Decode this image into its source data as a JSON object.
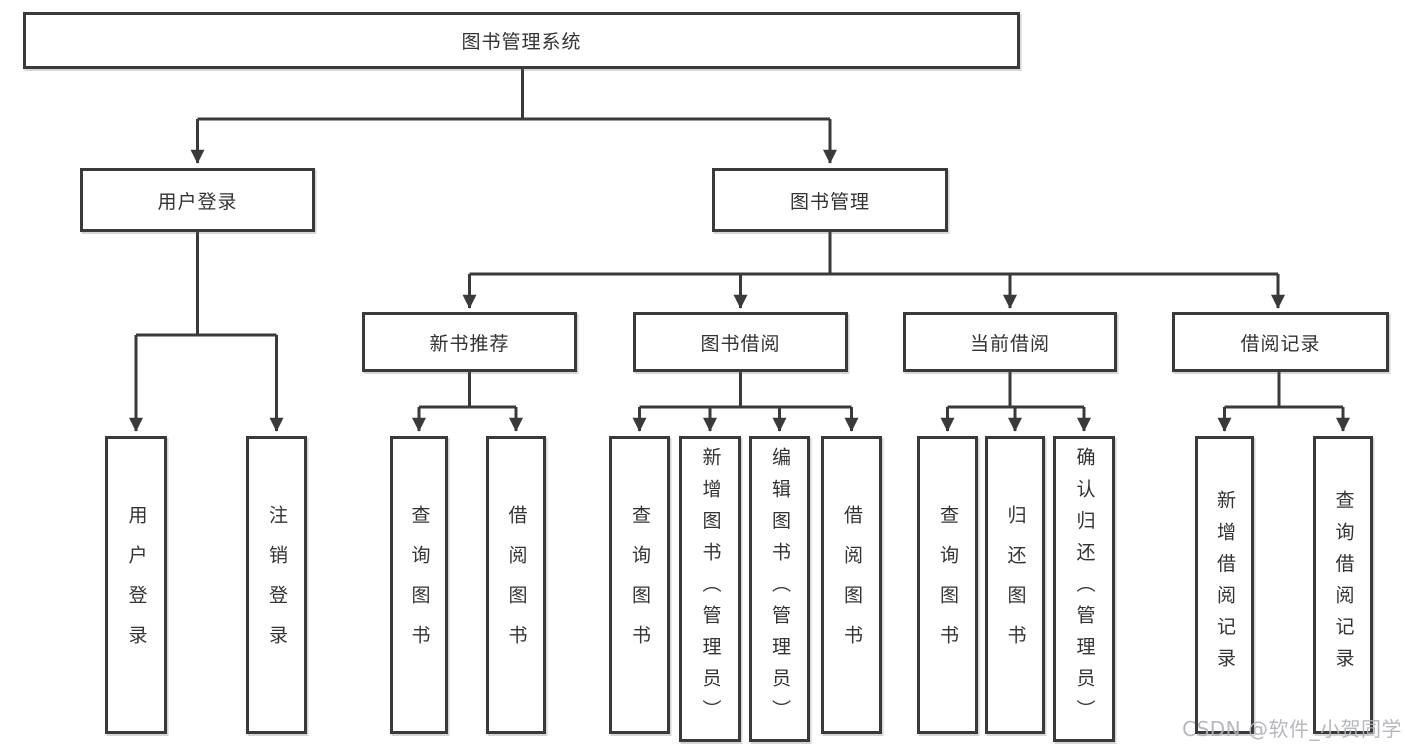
{
  "diagram": {
    "title": "图书管理系统",
    "watermark": "CSDN @软件_小贺同学",
    "colors": {
      "background": "#ffffff",
      "box_border": "#3a3a3a",
      "connector_line": "#3a3a3a",
      "text": "#333333",
      "watermark": "#b0b3b8"
    },
    "tree": {
      "label": "图书管理系统",
      "children": [
        {
          "label": "用户登录",
          "children": [
            {
              "label": "用户登录"
            },
            {
              "label": "注销登录"
            }
          ]
        },
        {
          "label": "图书管理",
          "children": [
            {
              "label": "新书推荐",
              "children": [
                {
                  "label": "查询图书"
                },
                {
                  "label": "借阅图书"
                }
              ]
            },
            {
              "label": "图书借阅",
              "children": [
                {
                  "label": "查询图书"
                },
                {
                  "label": "新增图书（管理员）"
                },
                {
                  "label": "编辑图书（管理员）"
                },
                {
                  "label": "借阅图书"
                }
              ]
            },
            {
              "label": "当前借阅",
              "children": [
                {
                  "label": "查询图书"
                },
                {
                  "label": "归还图书"
                },
                {
                  "label": "确认归还（管理员）"
                }
              ]
            },
            {
              "label": "借阅记录",
              "children": [
                {
                  "label": "新增借阅记录"
                },
                {
                  "label": "查询借阅记录"
                }
              ]
            }
          ]
        }
      ]
    }
  }
}
